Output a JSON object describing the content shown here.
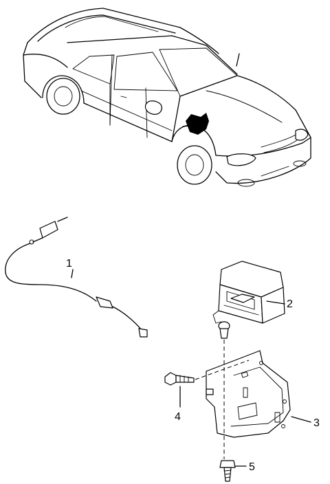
{
  "callouts": [
    {
      "id": "cable",
      "number": "1"
    },
    {
      "id": "actuator",
      "number": "2"
    },
    {
      "id": "bracket",
      "number": "3"
    },
    {
      "id": "bolt",
      "number": "4"
    },
    {
      "id": "screw",
      "number": "5"
    }
  ]
}
